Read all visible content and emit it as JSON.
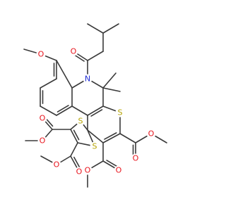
{
  "colors": {
    "background": "#ffffff",
    "bond": "#3a3a3a",
    "oxygen": "#e8141d",
    "nitrogen": "#1f2dd4",
    "sulfur": "#b5a300"
  },
  "labels": {
    "o_methoxy": "O",
    "n_ring": "N",
    "o_acyl": "O",
    "s_thiopyran": "S",
    "s_dithiole_upper": "S",
    "s_dithiole_lower": "S",
    "o_ester1_carbonyl": "O",
    "o_ester1_ether": "O",
    "o_ester2_carbonyl": "O",
    "o_ester2_ether": "O",
    "o_ester3_ether": "O",
    "o_ester3_carbonyl": "O",
    "o_ester4_ether": "O",
    "o_ester4_carbonyl": "O"
  }
}
